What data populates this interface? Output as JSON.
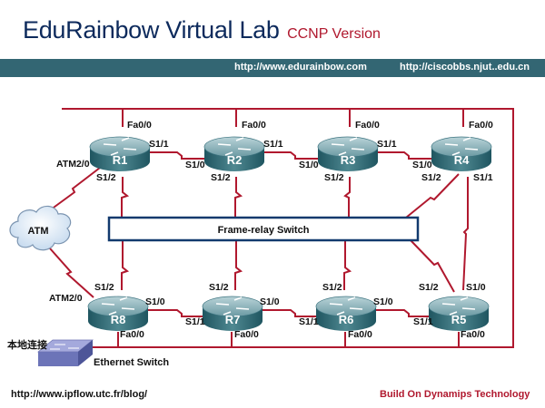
{
  "header": {
    "title": "EduRainbow Virtual Lab",
    "subtitle": "CCNP Version",
    "link1": "http://www.edurainbow.com",
    "link2": "http://ciscobbs.njut..edu.cn"
  },
  "footer": {
    "left": "http://www.ipflow.utc.fr/blog/",
    "right": "Build On Dynamips Technology"
  },
  "colors": {
    "banner": "#336673",
    "title": "#0d2a5c",
    "accent": "#b0182e",
    "link_line": "#b0182e",
    "switch_border": "#123a6e",
    "router": "#2f6f78"
  },
  "diagram": {
    "atm_cloud_label": "ATM",
    "frame_relay_label": "Frame-relay Switch",
    "ethernet_switch_label": "Ethernet Switch",
    "local_connection_label": "本地连接",
    "routers": [
      {
        "name": "R1",
        "labels": {
          "fa": "Fa0/0",
          "east": "S1/1",
          "down": "S1/2",
          "atm": "ATM2/0"
        }
      },
      {
        "name": "R2",
        "labels": {
          "fa": "Fa0/0",
          "east": "S1/1",
          "west": "S1/0",
          "down": "S1/2"
        }
      },
      {
        "name": "R3",
        "labels": {
          "fa": "Fa0/0",
          "east": "S1/1",
          "west": "S1/0",
          "down": "S1/2"
        }
      },
      {
        "name": "R4",
        "labels": {
          "fa": "Fa0/0",
          "west": "S1/0",
          "down": "S1/2",
          "south": "S1/1"
        }
      },
      {
        "name": "R5",
        "labels": {
          "fa": "Fa0/0",
          "west": "S1/1",
          "up": "S1/2",
          "north": "S1/0"
        }
      },
      {
        "name": "R6",
        "labels": {
          "fa": "Fa0/0",
          "east": "S1/0",
          "west": "S1/1",
          "up": "S1/2"
        }
      },
      {
        "name": "R7",
        "labels": {
          "fa": "Fa0/0",
          "east": "S1/0",
          "west": "S1/1",
          "up": "S1/2"
        }
      },
      {
        "name": "R8",
        "labels": {
          "fa": "Fa0/0",
          "east": "S1/0",
          "up": "S1/2",
          "atm": "ATM2/0"
        }
      }
    ]
  }
}
